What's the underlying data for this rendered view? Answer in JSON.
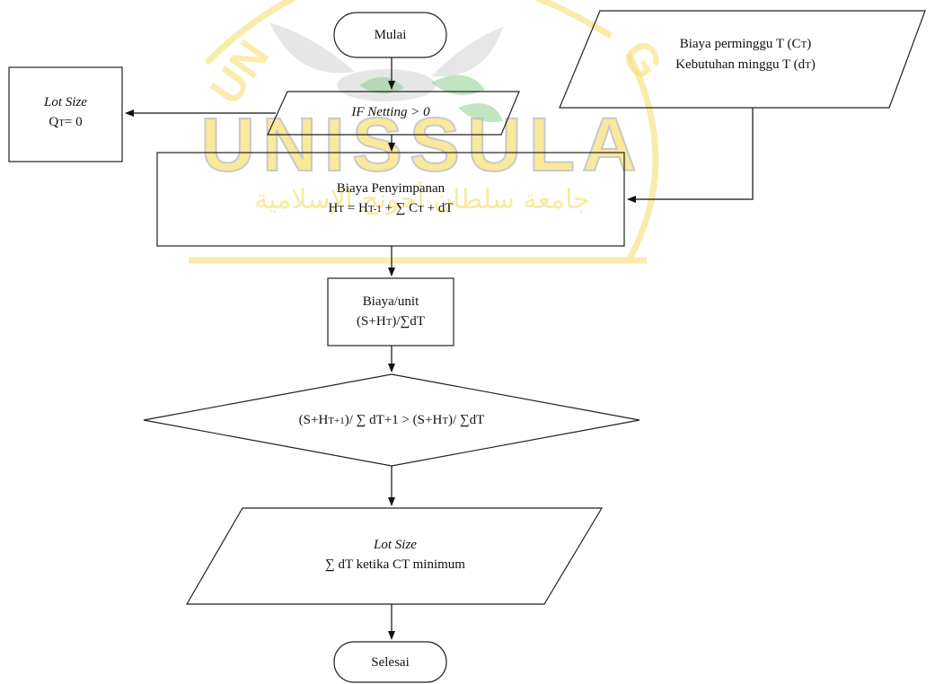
{
  "watermark": {
    "text": "UNISSULA",
    "arabic": "جامعة سلطان أجونج الإسلامية",
    "colors": {
      "yellow": "#f6e27a",
      "green": "#8ed08e",
      "gray": "#c8c8c8"
    }
  },
  "diagram": {
    "start": "Mulai",
    "input_costs": {
      "line1": "Biaya perminggu T (C",
      "line1_sub": "T",
      "line1_end": ")",
      "line2": "Kebutuhan minggu T (d",
      "line2_sub": "T",
      "line2_end": ")"
    },
    "netting": "IF Netting > 0",
    "lot_zero": {
      "title": "Lot Size",
      "q": "Q",
      "q_sub": "T",
      "q_rest": "= 0"
    },
    "holding": {
      "title": "Biaya Penyimpanan",
      "h": "H",
      "h_sub": "T",
      "eq": " = H",
      "h2_sub": "T-1",
      "rest": " + ∑ C",
      "c_sub": "T",
      "tail": " + dT"
    },
    "unit_cost": {
      "title": "Biaya/unit",
      "f1": "(S+H",
      "f1_sub": "T",
      "f1_end": ")/∑dT"
    },
    "decision": {
      "a": "(S+H",
      "a_sub": "T+1",
      "b": ")/ ∑ dT+1 > (S+H",
      "b_sub": "T",
      "c": ")/ ∑dT"
    },
    "lot_result": {
      "title": "Lot Size",
      "text": "∑ dT ketika CT minimum"
    },
    "end": "Selesai"
  }
}
